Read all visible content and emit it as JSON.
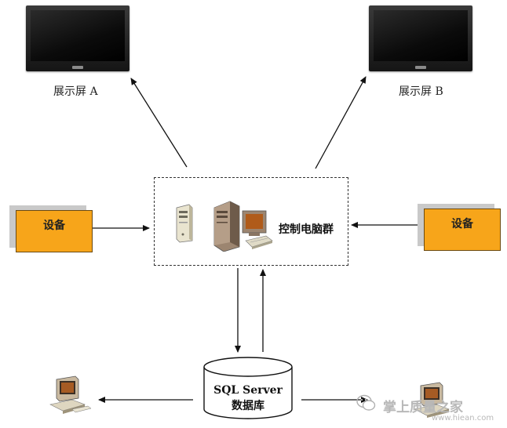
{
  "screens": [
    {
      "id": "a",
      "label": "展示屏 A"
    },
    {
      "id": "b",
      "label": "展示屏 B"
    }
  ],
  "devices": [
    {
      "id": "left",
      "label": "设备"
    },
    {
      "id": "right",
      "label": "设备"
    }
  ],
  "control_group": {
    "label": "控制电脑群"
  },
  "database": {
    "line1": "SQL Server",
    "line2": "数据库"
  },
  "watermark": {
    "title": "掌上质量之家",
    "url": "www.hiean.com"
  },
  "colors": {
    "device_fill": "#f7a51a",
    "device_shadow": "#c9c9c9",
    "line": "#111111"
  },
  "icons": [
    "server-tower-icon",
    "computer-workstation-icon",
    "desktop-computer-icon",
    "wechat-icon"
  ]
}
